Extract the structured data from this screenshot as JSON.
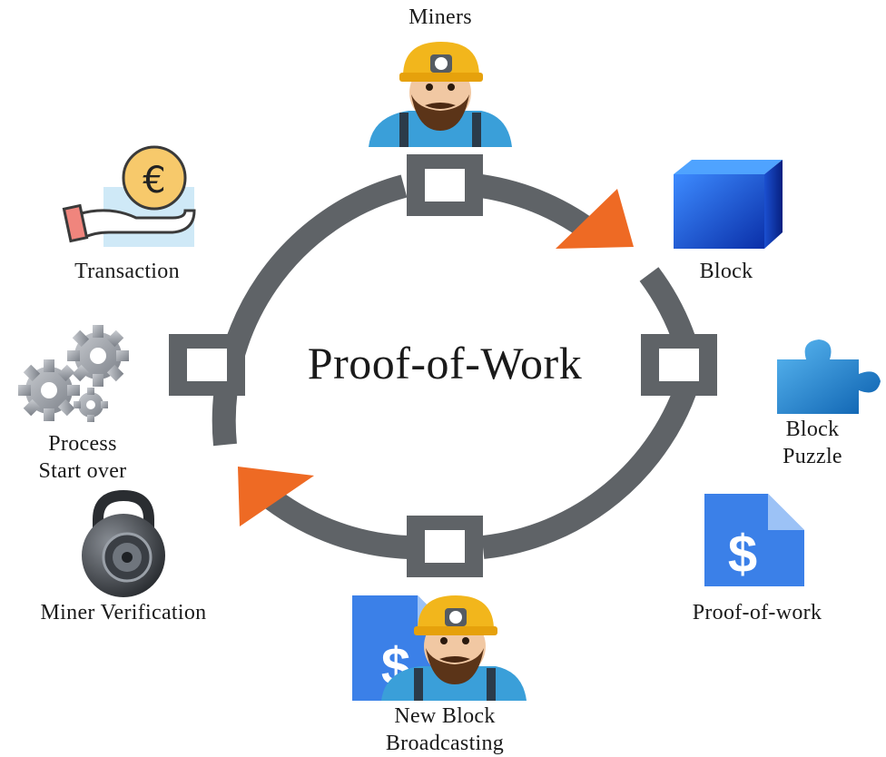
{
  "diagram": {
    "title": "Proof-of-Work",
    "nodes": {
      "miners": "Miners",
      "block": "Block",
      "block_puzzle": [
        "Block",
        "Puzzle"
      ],
      "proof_of_work": "Proof-of-work",
      "new_block_broadcasting": [
        "New Block",
        "Broadcasting"
      ],
      "miner_verification": "Miner Verification",
      "process_start_over": [
        "Process",
        "Start over"
      ],
      "transaction": "Transaction"
    },
    "icons": {
      "miners": "miner-icon",
      "block": "cube-icon",
      "block_puzzle": "puzzle-piece-icon",
      "proof_of_work": "dollar-document-icon",
      "new_block_broadcasting": "miner-dollar-document-icon",
      "miner_verification": "padlock-icon",
      "process_start_over": "gears-icon",
      "transaction": "euro-coin-hand-icon"
    },
    "colors": {
      "ring": "#5f6367",
      "arrow": "#ee6a24",
      "cube": "#1a55d8",
      "puzzle": "#1f7fd0",
      "document": "#3b80e8",
      "helmet": "#f2b61c",
      "shirt": "#3a9fd9"
    }
  }
}
